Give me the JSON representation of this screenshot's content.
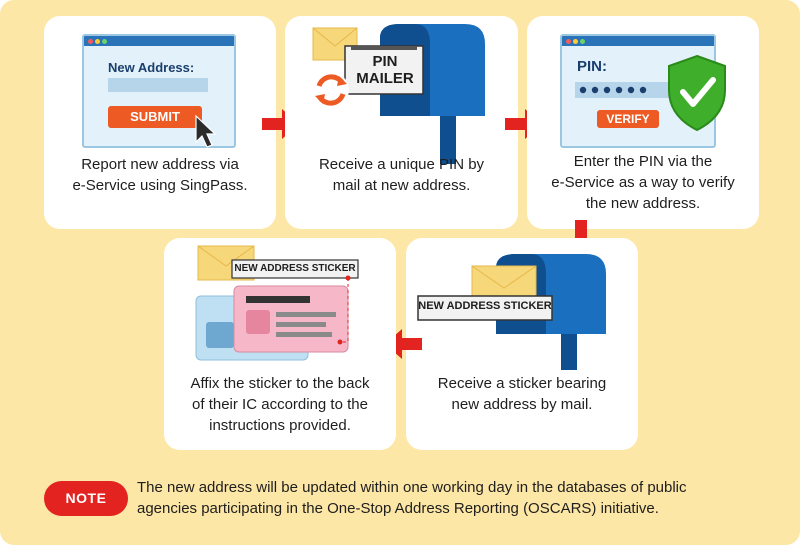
{
  "steps": [
    {
      "caption": [
        "Report new address via",
        "e-Service using SingPass."
      ],
      "form_label": "New Address:",
      "submit_label": "SUBMIT"
    },
    {
      "caption": [
        "Receive a unique PIN by",
        "mail at new address."
      ],
      "mailer_label": [
        "PIN",
        "MAILER"
      ]
    },
    {
      "caption": [
        "Enter the PIN via the",
        "e-Service as a way to verify",
        "the new address."
      ],
      "pin_label": "PIN:",
      "verify_label": "VERIFY"
    },
    {
      "caption": [
        "Receive a sticker bearing",
        "new address by mail."
      ],
      "sticker_label": "NEW ADDRESS STICKER"
    },
    {
      "caption": [
        "Affix the sticker to the back",
        "of their IC according to the",
        "instructions provided."
      ],
      "sticker_label": "NEW ADDRESS STICKER"
    }
  ],
  "note": {
    "badge": "NOTE",
    "text": [
      "The new address will be updated within one working day in the databases of public",
      "agencies participating in the One-Stop Address Reporting (OSCARS) initiative."
    ]
  },
  "colors": {
    "background": "#fde7a6",
    "card": "#ffffff",
    "accent_red": "#e32320",
    "mailbox_blue": "#1a6fbe",
    "browser_blue": "#2a73b8",
    "shield_green": "#3fae2a",
    "submit_orange": "#ee5a23"
  }
}
